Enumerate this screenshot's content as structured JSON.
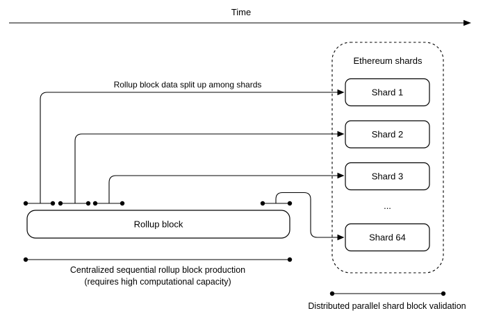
{
  "timeline": {
    "label": "Time"
  },
  "shards_panel": {
    "title": "Ethereum shards",
    "shards": [
      "Shard 1",
      "Shard 2",
      "Shard 3",
      "Shard 64"
    ],
    "ellipsis": "..."
  },
  "rollup": {
    "label": "Rollup block"
  },
  "annotations": {
    "split_label": "Rollup block data split up among shards",
    "centralized_line1": "Centralized sequential rollup block production",
    "centralized_line2": "(requires high computational capacity)",
    "distributed_label": "Distributed parallel shard block validation"
  },
  "colors": {
    "stroke": "#000000",
    "background": "#ffffff",
    "text": "#000000"
  }
}
